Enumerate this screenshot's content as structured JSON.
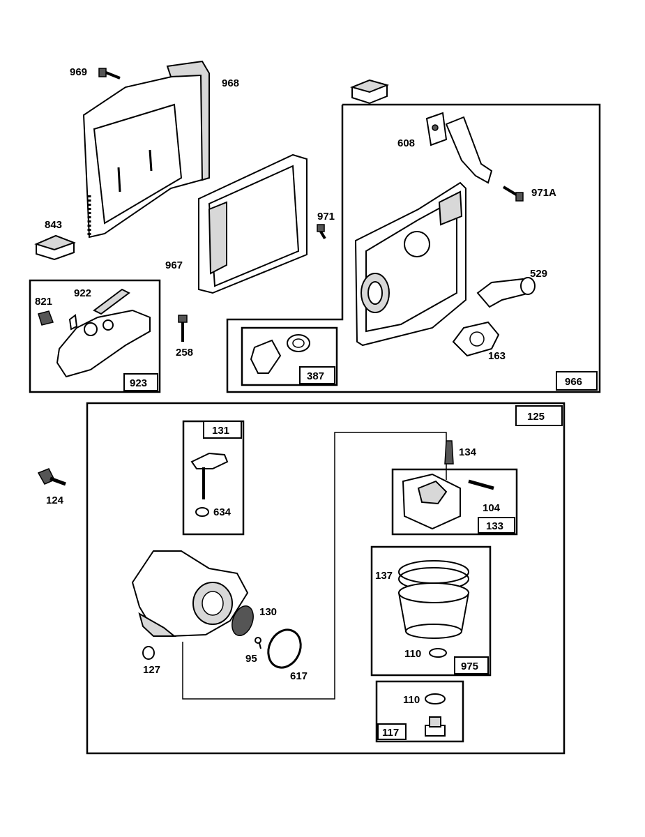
{
  "part_labels": {
    "p969": "969",
    "p968": "968",
    "p843": "843",
    "p967": "967",
    "p971": "971",
    "p608": "608",
    "p971a": "971A",
    "p529": "529",
    "p163": "163",
    "p922": "922",
    "p821": "821",
    "p258": "258",
    "p124": "124",
    "p134": "134",
    "p104": "104",
    "p634": "634",
    "p130": "130",
    "p127": "127",
    "p95": "95",
    "p617": "617",
    "p137": "137",
    "p110a": "110",
    "p110b": "110"
  },
  "kit_labels": {
    "k923": "923",
    "k387": "387",
    "k966": "966",
    "k125": "125",
    "k131": "131",
    "k133": "133",
    "k975": "975",
    "k117": "117"
  }
}
